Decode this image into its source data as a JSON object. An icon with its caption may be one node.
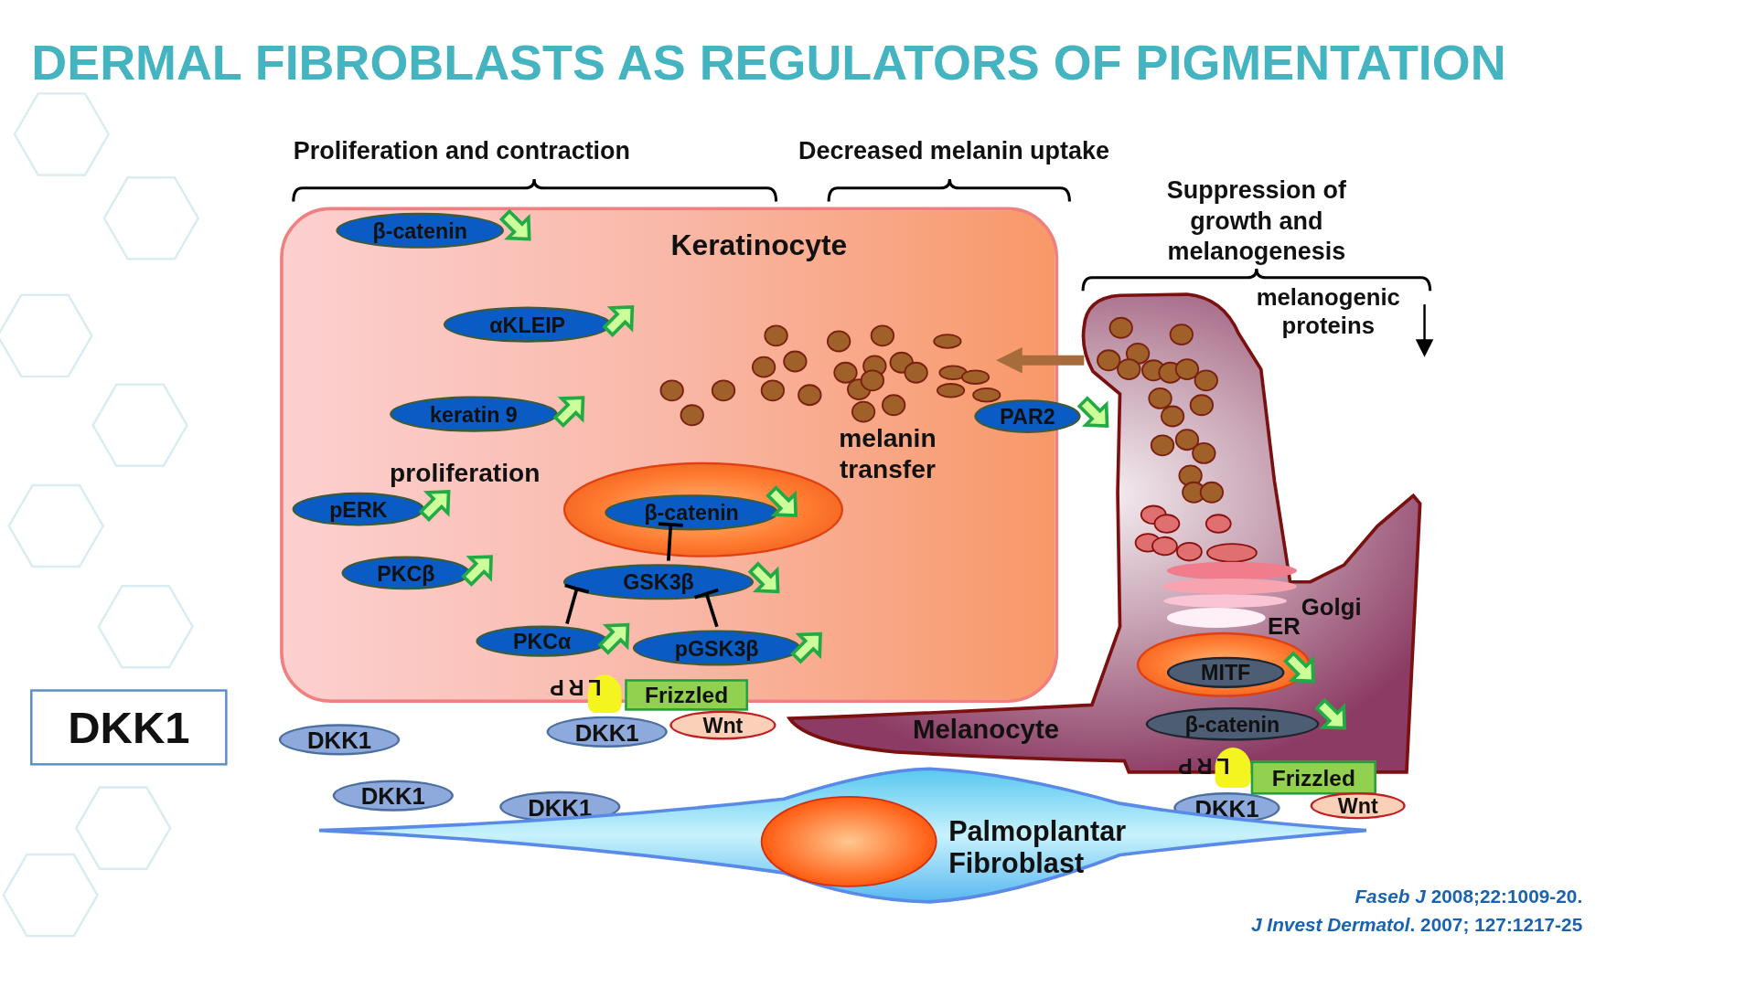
{
  "diagram": {
    "title": "DERMAL FIBROBLASTS AS REGULATORS OF PIGMENTATION",
    "nodes": [
      {
        "text": [
          "Keratinocyte"
        ]
      },
      {
        "text": [
          "β-catenin"
        ],
        "in": 0
      },
      {
        "text": [
          "αKLEIP"
        ],
        "in": 0
      },
      {
        "text": [
          "keratin 9"
        ],
        "in": 0
      },
      {
        "text": [
          "pERK"
        ],
        "in": 0
      },
      {
        "text": [
          "PKCβ"
        ],
        "in": 0
      },
      {
        "text": [],
        "shape": "ellipse",
        "in": 0
      },
      {
        "text": [
          "β-catenin"
        ],
        "in": 6
      },
      {
        "text": [
          "GSK3β"
        ],
        "in": 0
      },
      {
        "text": [
          "PKCα"
        ],
        "in": 0
      },
      {
        "text": [
          "pGSK3β"
        ],
        "in": 0
      },
      {
        "text": [
          "PAR2"
        ]
      },
      {
        "text": [],
        "shape": "blob",
        "beside": [
          "LRP"
        ]
      },
      {
        "text": [
          "Frizzled"
        ]
      },
      {
        "text": [
          "DKK1"
        ]
      },
      {
        "text": [
          "Wnt"
        ]
      },
      {
        "text": [
          "DKK1"
        ]
      },
      {
        "text": [
          "DKK1"
        ]
      },
      {
        "text": [
          "DKK1"
        ]
      },
      {
        "text": [
          "Melanocyte"
        ]
      },
      {
        "text": [],
        "shape": "ellipse",
        "in": 19
      },
      {
        "text": [
          "MITF"
        ],
        "in": 20
      },
      {
        "text": [
          "β-catenin"
        ],
        "in": 19
      },
      {
        "text": [],
        "shape": "blob",
        "beside": [
          "LRP"
        ]
      },
      {
        "text": [
          "Frizzled"
        ]
      },
      {
        "text": [
          "DKK1"
        ]
      },
      {
        "text": [
          "Wnt"
        ]
      },
      {
        "text": [
          "Palmoplantar Fibroblast"
        ]
      },
      {
        "text": [
          "DKK1"
        ]
      }
    ],
    "edges": [
      {
        "from": 8,
        "to": 7,
        "arrow": "other"
      },
      {
        "from": 9,
        "to": 8,
        "arrow": "other"
      },
      {
        "from": 10,
        "to": 8,
        "arrow": "other"
      },
      {
        "from": 19,
        "to": 0,
        "arrow": "to",
        "style": "thick",
        "color": "#a86c3c"
      }
    ],
    "labels": [
      "Proliferation and contraction",
      "Decreased melanin uptake",
      "Suppression of growth and melanogenesis",
      "melanogenic proteins",
      "proliferation",
      "melanin transfer",
      "Golgi",
      "ER",
      "*Faseb J* 2008;22:1009-20.",
      "*J Invest Dermatol*. 2007; 127:1217-25"
    ]
  }
}
